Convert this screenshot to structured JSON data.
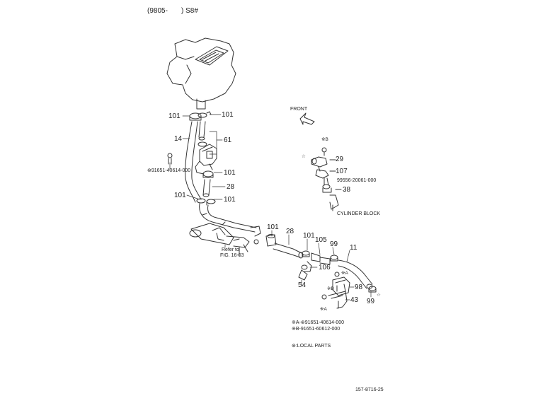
{
  "header": {
    "model_code_open": "(9805-",
    "model_code_close": ") S8#"
  },
  "direction_label": "FRONT",
  "callouts": {
    "p101_top_left": "101",
    "p101_top_right": "101",
    "p14": "14",
    "p61": "61",
    "p101_mid": "101",
    "p28_left": "28",
    "p101_lower_left": "101",
    "p101_lower_right": "101",
    "p101_center": "101",
    "p28_center": "28",
    "p101_center2": "101",
    "p105": "105",
    "p99_top": "99",
    "p11": "11",
    "p106": "106",
    "p54": "54",
    "p98": "98",
    "p43": "43",
    "p99_bottom": "99",
    "p29": "29",
    "p107": "107",
    "p38": "38"
  },
  "part_numbers": {
    "local_bolt_left": "⊛91651-40614-000",
    "hose_block": "99556-20061-000"
  },
  "markers": {
    "ref_b_top": "※B",
    "star_left": "☆",
    "ref_a_right": "※A",
    "ref_b_mid": "※B",
    "star_right": "☆",
    "ref_a_bottom": "※A"
  },
  "notes": {
    "refer_line1": "Refer to",
    "refer_line2": "FIG. 16-03",
    "cylinder_block": "CYLINDER BLOCK",
    "legend_a": "※A-⊛91651-40614-000",
    "legend_b": "※B-91651-60612-000",
    "local_parts": "⊛:LOCAL PARTS"
  },
  "footer": {
    "drawing_number": "157-8716-25"
  }
}
